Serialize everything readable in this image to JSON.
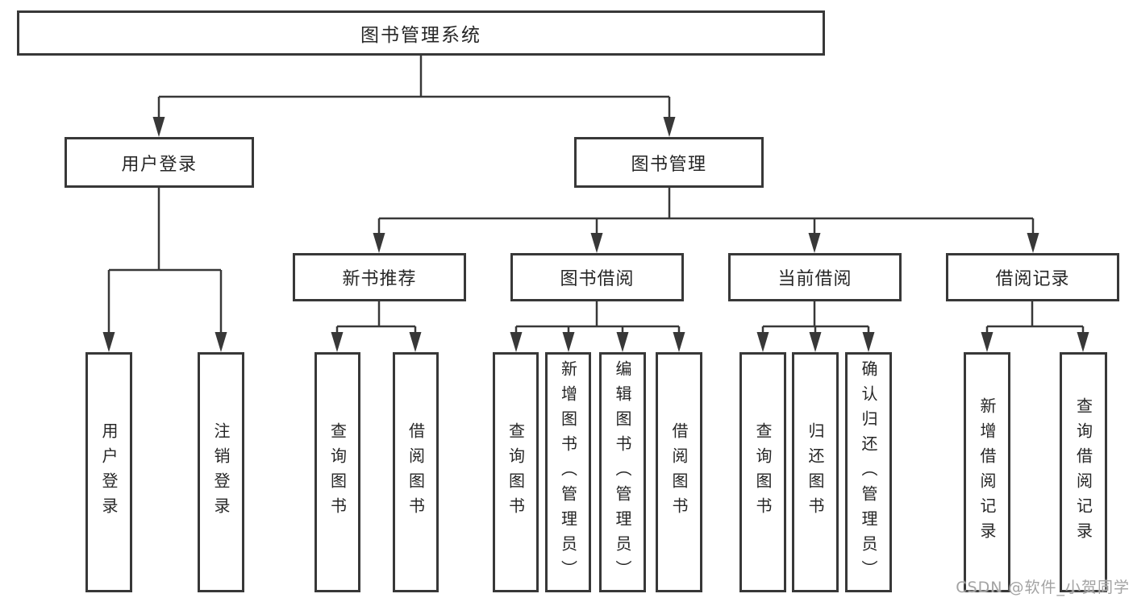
{
  "root": {
    "label": "图书管理系统"
  },
  "branches": [
    {
      "label": "用户登录",
      "children": [
        {
          "label": "用户登录"
        },
        {
          "label": "注销登录"
        }
      ]
    },
    {
      "label": "图书管理",
      "children": [
        {
          "label": "新书推荐",
          "children": [
            {
              "label": "查询图书"
            },
            {
              "label": "借阅图书"
            }
          ]
        },
        {
          "label": "图书借阅",
          "children": [
            {
              "label": "查询图书"
            },
            {
              "label": "新增图书（管理员）"
            },
            {
              "label": "编辑图书（管理员）"
            },
            {
              "label": "借阅图书"
            }
          ]
        },
        {
          "label": "当前借阅",
          "children": [
            {
              "label": "查询图书"
            },
            {
              "label": "归还图书"
            },
            {
              "label": "确认归还（管理员）"
            }
          ]
        },
        {
          "label": "借阅记录",
          "children": [
            {
              "label": "新增借阅记录"
            },
            {
              "label": "查询借阅记录"
            }
          ]
        }
      ]
    }
  ],
  "watermark": "CSDN @软件_小贺同学",
  "colors": {
    "line": "#383838",
    "box_border": "#383838",
    "text": "#262626",
    "watermark": "#a3a3a3",
    "background": "#ffffff"
  }
}
